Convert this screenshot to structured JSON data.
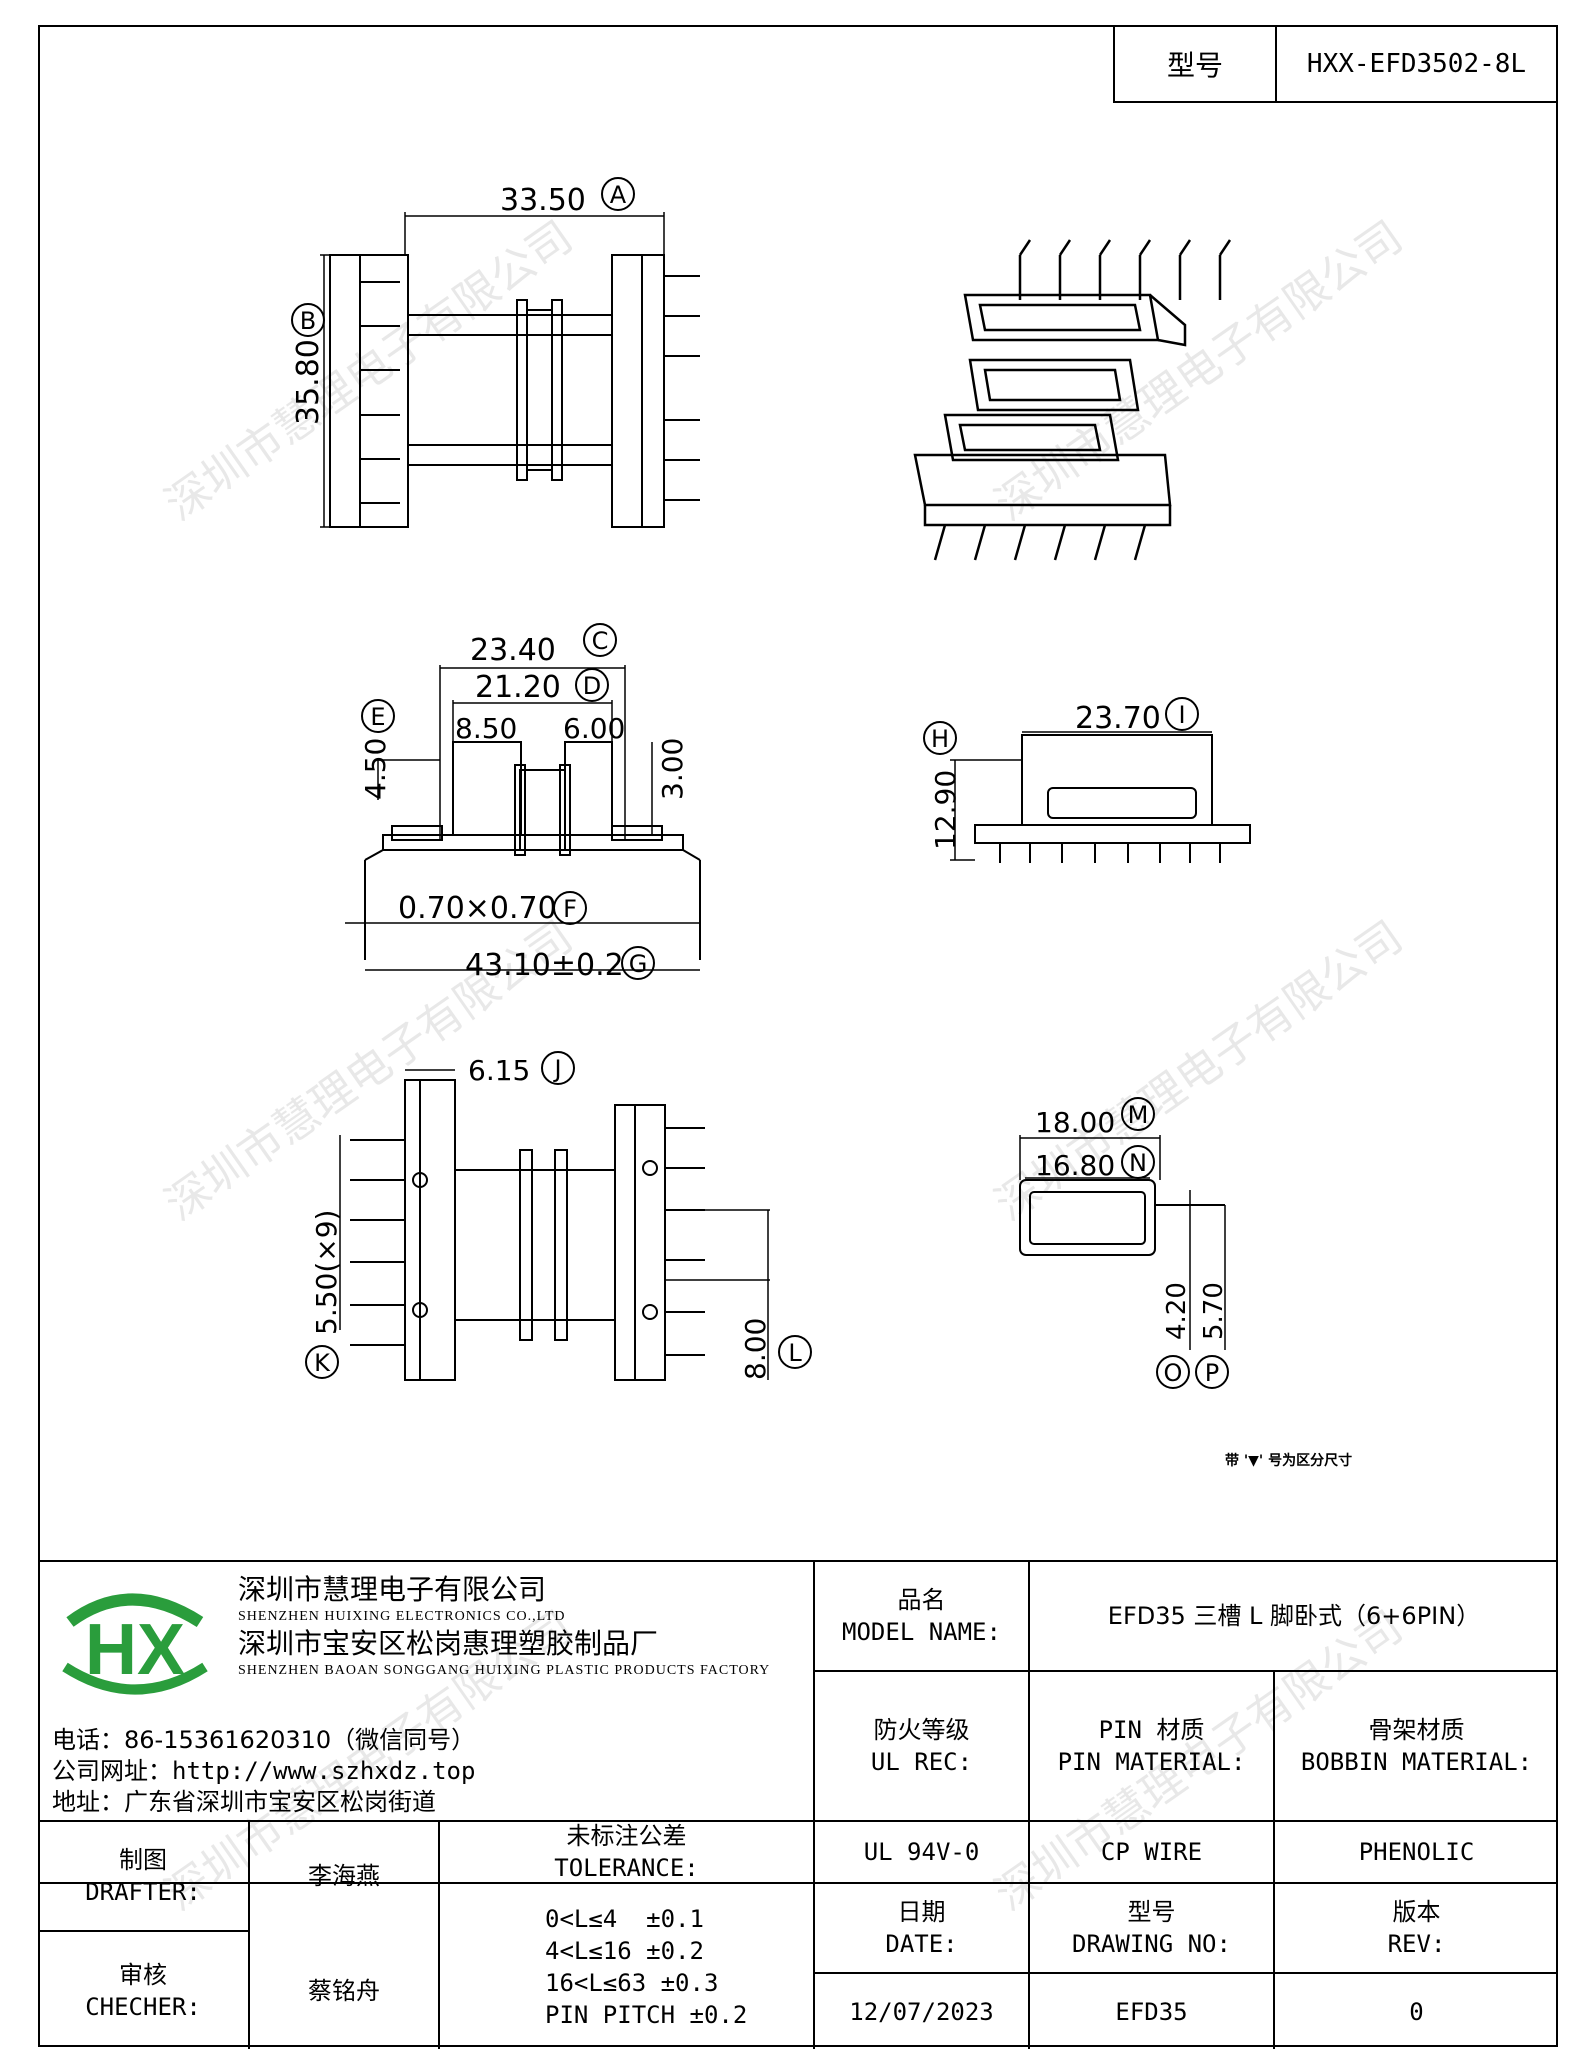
{
  "title_block_top": {
    "model_label": "型号",
    "model_value": "HXX-EFD3502-8L"
  },
  "dimensions": {
    "A": "33.50",
    "B": "35.80",
    "C": "23.40",
    "D": "21.20",
    "E": "4.50",
    "d1": "8.50",
    "d2": "6.00",
    "d3": "3.00",
    "F": "0.70×0.70",
    "G": "43.10±0.2",
    "H": "12.90",
    "I": "23.70",
    "J": "6.15",
    "K": "5.50(×9)",
    "L": "8.00",
    "M": "18.00",
    "N": "16.80",
    "O": "4.20",
    "P": "5.70"
  },
  "markers": [
    "A",
    "B",
    "C",
    "D",
    "E",
    "F",
    "G",
    "H",
    "I",
    "J",
    "K",
    "L",
    "M",
    "N",
    "O",
    "P"
  ],
  "note": "带 '▼' 号为区分尺寸",
  "watermark": "深圳市慧理电子有限公司",
  "company": {
    "name1": "深圳市慧理电子有限公司",
    "name1_en": "SHENZHEN HUIXING ELECTRONICS CO.,LTD",
    "name2": "深圳市宝安区松岗惠理塑胶制品厂",
    "name2_en": "SHENZHEN BAOAN SONGGANG HUIXING PLASTIC PRODUCTS FACTORY",
    "phone": "电话：86-15361620310（微信同号）",
    "website": "公司网址：http://www.szhxdz.top",
    "address": "地址：广东省深圳市宝安区松岗街道"
  },
  "table": {
    "model_name_cn": "品名",
    "model_name_en": "MODEL NAME:",
    "model_name_value": "EFD35 三槽 L 脚卧式（6+6PIN）",
    "ul_cn": "防火等级",
    "ul_en": "UL REC:",
    "pin_cn": "PIN 材质",
    "pin_en": "PIN MATERIAL:",
    "bobbin_cn": "骨架材质",
    "bobbin_en": "BOBBIN MATERIAL:",
    "ul_value": "UL 94V-0",
    "pin_value": "CP WIRE",
    "bobbin_value": "PHENOLIC",
    "drafter_cn": "制图",
    "drafter_en": "DRAFTER:",
    "drafter_name": "李海燕",
    "checker_cn": "审核",
    "checker_en": "CHECHER:",
    "checker_name": "蔡铭舟",
    "tol_cn": "未标注公差",
    "tol_en": "TOLERANCE:",
    "tol_lines": [
      "0<L≤4  ±0.1",
      "4<L≤16 ±0.2",
      "16<L≤63 ±0.3",
      "PIN PITCH ±0.2"
    ],
    "date_cn": "日期",
    "date_en": "DATE:",
    "date_value": "12/07/2023",
    "drawing_cn": "型号",
    "drawing_en": "DRAWING NO:",
    "drawing_value": "EFD35",
    "rev_cn": "版本",
    "rev_en": "REV:",
    "rev_value": "0"
  },
  "logo_text": "HX",
  "colors": {
    "logo_green": "#2a9d3c",
    "logo_yellow": "#d9c400",
    "line": "#000000"
  }
}
